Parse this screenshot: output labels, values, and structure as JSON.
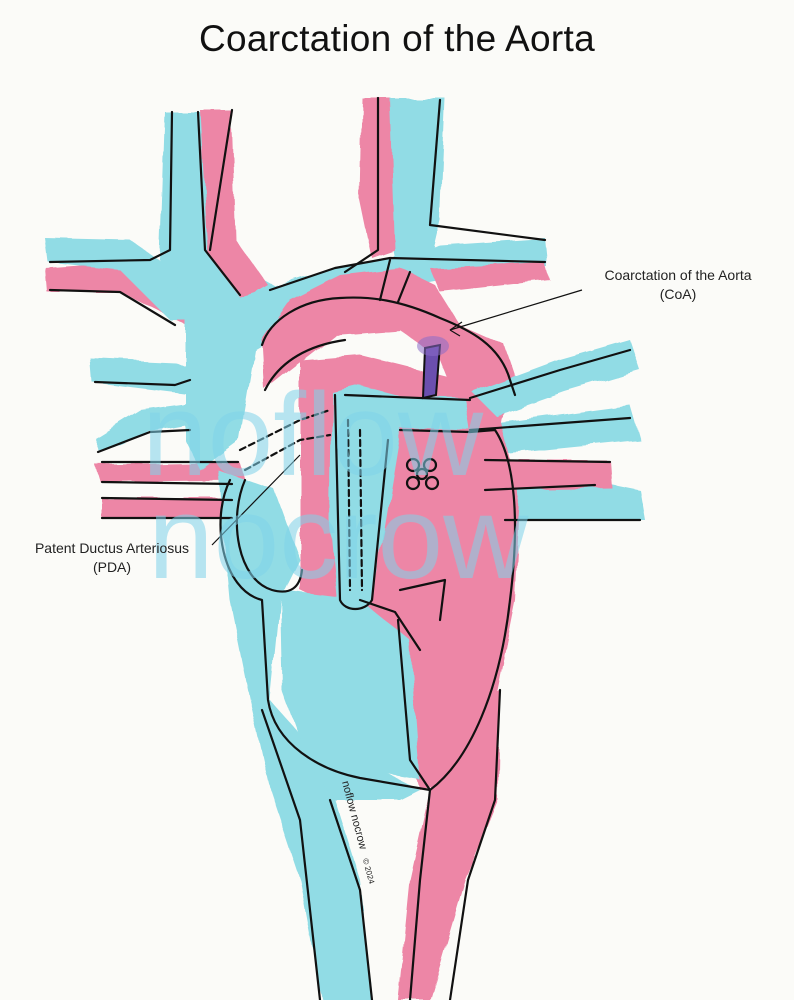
{
  "title": "Coarctation of the Aorta",
  "labels": {
    "coa_line1": "Coarctation of the Aorta",
    "coa_line2": "(CoA)",
    "pda_line1": "Patent Ductus Arteriosus",
    "pda_line2": "(PDA)"
  },
  "watermark": {
    "line1": "noflow",
    "line2": "nocrow",
    "signature": "noflow nocrow",
    "copyright": "© 2024"
  },
  "colors": {
    "oxygenated": "#ec7a9e",
    "deoxygenated": "#86d9e3",
    "constriction": "#6b4fae",
    "watermark": "#7fd3ea",
    "outline": "#111111"
  }
}
